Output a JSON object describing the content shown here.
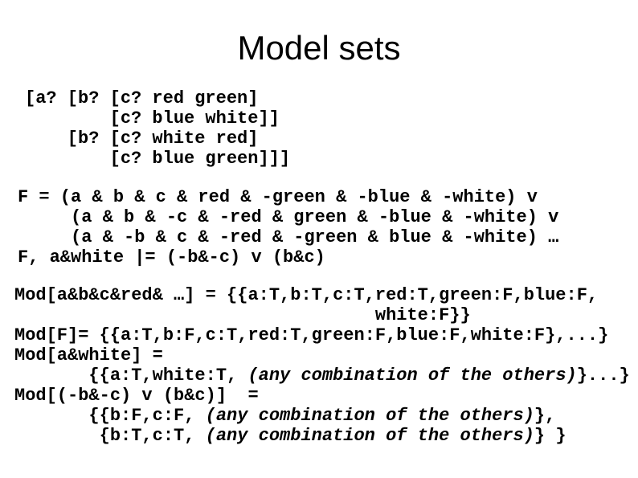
{
  "slide": {
    "title": "Model sets",
    "colors": {
      "background": "#ffffff",
      "text": "#000000"
    },
    "blocks": [
      {
        "id": "model-tree",
        "lines": [
          [
            {
              "text": "[a? [b? [c? red green]"
            }
          ],
          [
            {
              "text": "        [c? blue white]]"
            }
          ],
          [
            {
              "text": "    [b? [c? white red]"
            }
          ],
          [
            {
              "text": "        [c? blue green]]]"
            }
          ]
        ]
      },
      {
        "id": "formula",
        "lines": [
          [
            {
              "text": "F = (a & b & c & red & -green & -blue & -white) v"
            }
          ],
          [
            {
              "text": "     (a & b & -c & -red & green & -blue & -white) v"
            }
          ],
          [
            {
              "text": "     (a & -b & c & -red & -green & blue & -white) …"
            }
          ],
          [
            {
              "text": "F, a&white |= (-b&-c) v (b&c)"
            }
          ]
        ]
      },
      {
        "id": "model-sets",
        "lines": [
          [
            {
              "text": "Mod[a&b&c&red& …] = {{a:T,b:T,c:T,red:T,green:F,blue:F,"
            }
          ],
          [
            {
              "text": "                                  white:F}}"
            }
          ],
          [
            {
              "text": "Mod[F]= {{a:T,b:F,c:T,red:T,green:F,blue:F,white:F},...}"
            }
          ],
          [
            {
              "text": "Mod[a&white] ="
            }
          ],
          [
            {
              "text": "       {{a:T,white:T, "
            },
            {
              "text": "(any combination of the others)",
              "style": "italic"
            },
            {
              "text": "}...}"
            }
          ],
          [
            {
              "text": "Mod[(-b&-c) v (b&c)]  ="
            }
          ],
          [
            {
              "text": "       {{b:F,c:F, "
            },
            {
              "text": "(any combination of the others)",
              "style": "italic"
            },
            {
              "text": "},"
            }
          ],
          [
            {
              "text": "        {b:T,c:T, "
            },
            {
              "text": "(any combination of the others)",
              "style": "italic"
            },
            {
              "text": "} }"
            }
          ]
        ]
      }
    ]
  }
}
